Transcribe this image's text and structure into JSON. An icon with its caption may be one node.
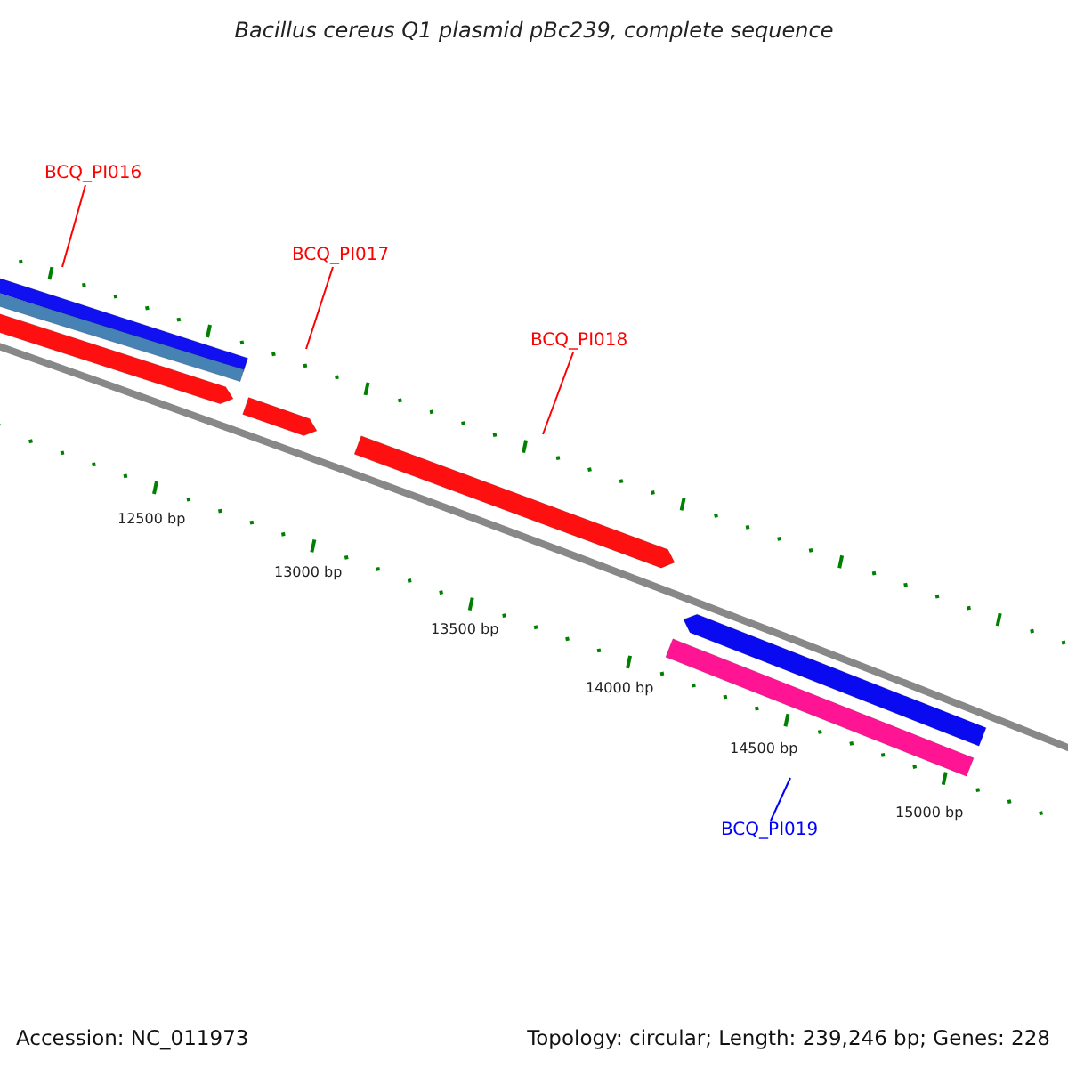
{
  "diagram": {
    "title": "Bacillus cereus Q1 plasmid pBc239, complete sequence",
    "nodes": [
      {
        "text": [
          "BCQ_PI016"
        ]
      },
      {
        "text": [
          "BCQ_PI017"
        ]
      },
      {
        "text": [
          "BCQ_PI018"
        ]
      },
      {
        "text": [
          "BCQ_PI019"
        ]
      }
    ],
    "edges": [
      {
        "from": 0,
        "to": null,
        "arrow": "none",
        "color": "#ff0000"
      },
      {
        "from": 1,
        "to": null,
        "arrow": "none",
        "color": "#ff0000"
      },
      {
        "from": 2,
        "to": null,
        "arrow": "none",
        "color": "#ff0000"
      },
      {
        "from": 3,
        "to": null,
        "arrow": "none",
        "color": "#0000ff"
      }
    ],
    "labels": [
      "12500 bp",
      "13000 bp",
      "13500 bp",
      "14000 bp",
      "14500 bp",
      "15000 bp",
      "Accession: NC_011973",
      "Topology: circular; Length: 239,246 bp; Genes: 228"
    ]
  }
}
